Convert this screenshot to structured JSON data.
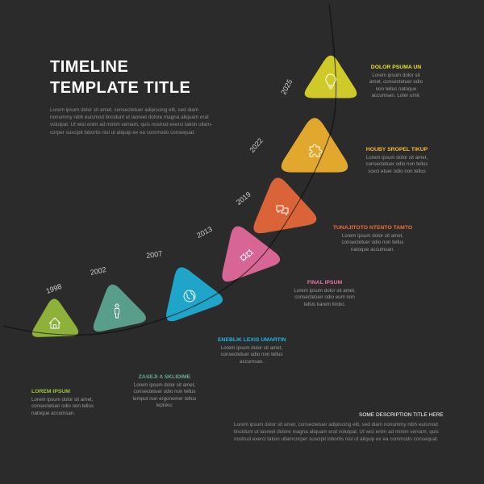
{
  "title": {
    "line1": "TIMELINE",
    "line2": "TEMPLATE TITLE"
  },
  "intro_text": "Lorem ipsum dolor sit amet, consectetuer adipiscing elit, sed diam nonummy nibh euismod tincidunt ut laoreet dolore magna aliquam erat volutpat. Ut wisi enim ad minim veniam, quis nostrud exerci tation ullam-corper suscipit lobortis nisl ut aliquip ex ea commodo consequat.",
  "milestones": [
    {
      "year": "1998",
      "title": "LOREM IPSUM",
      "text": "Lorem ipsum dolor sit amet, consectetuer odio non tellus natoque accumsan.",
      "color": "#9bc43b",
      "icon": "home-icon"
    },
    {
      "year": "2002",
      "title": "ZASEJI A SKLIDIME",
      "text": "Lorem ipsum dolor sit amet, consectetuer odio non tellus lemput non ergonomer tellus lepisku.",
      "color": "#5fae98",
      "icon": "person-icon"
    },
    {
      "year": "2007",
      "title": "ENEBLIK LEXIS UMARTIN",
      "text": "Lorem ipsum dolor sit amet, consectetuer odio non tellus accumsan.",
      "color": "#1fb6e0",
      "icon": "globe-icon"
    },
    {
      "year": "2013",
      "title": "FINAL IPSUM",
      "text": "Lorem ipsum dolor sit amet, consectetuer odio eum non tellus karem limbo.",
      "color": "#ef6ea3",
      "icon": "gears-icon"
    },
    {
      "year": "2019",
      "title": "TUNAJITOTO NTENTO TAMTO",
      "text": "Lorem ipsum dolor sit amet, consectetuer odio non tellus natoque accumsan.",
      "color": "#f26b3a",
      "icon": "chat-icon"
    },
    {
      "year": "2022",
      "title": "HOUBY SROPEL TIKUP",
      "text": "Lorem ipsum dolor sit amet, consectetuer odio non tellus sceci etuer odio non tellus",
      "color": "#fbb92e",
      "icon": "puzzle-icon"
    },
    {
      "year": "2025",
      "title": "DOLOR PSUMA UN",
      "text": "Lorem ipsum dolor sit amet, consectetuer odio non tellus natoque accumsan. Loter umir.",
      "color": "#e6e02a",
      "icon": "lightbulb-icon"
    }
  ],
  "description": {
    "title": "SOME DESCRIPTION TITLE HERE",
    "text": "Lorem ipsum dolor sit amet, consectetuer adipiscing elit, sed diam nonummy nibh euismod tincidunt ut laoreet dolore magna aliquam erat volutpat. Ut wisi enim ad minim veniam, quis nostrud exerci tation ullamcorper suscipit lobortis nisl ut aliquip ex ea commodo consequat."
  }
}
